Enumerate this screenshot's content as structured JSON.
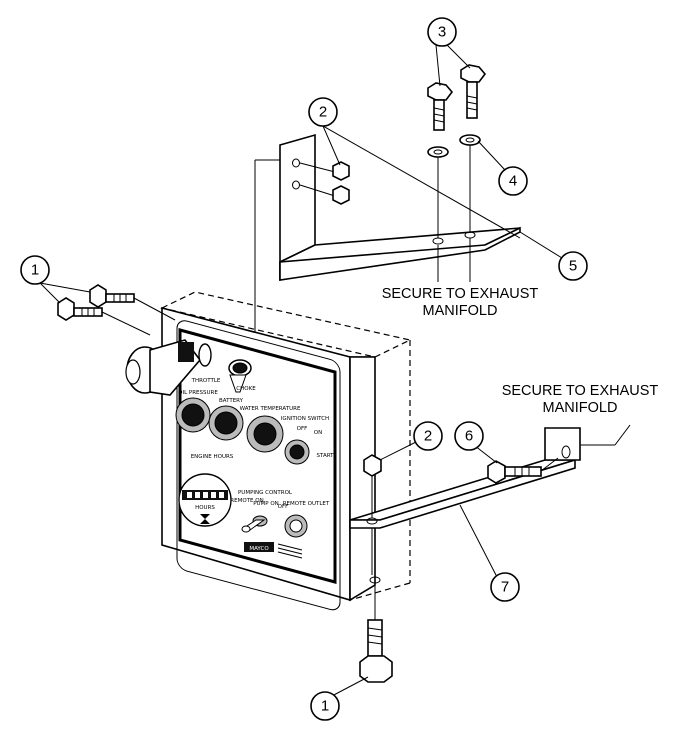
{
  "callouts": {
    "c1a": "1",
    "c1b": "1",
    "c2a": "2",
    "c2b": "2",
    "c3": "3",
    "c4": "4",
    "c5": "5",
    "c6": "6",
    "c7": "7"
  },
  "notes": {
    "upper_line1": "SECURE TO EXHAUST",
    "upper_line2": "MANIFOLD",
    "right_line1": "SECURE TO EXHAUST",
    "right_line2": "MANIFOLD"
  },
  "panel": {
    "throttle": "THROTTLE",
    "oil_pressure": "OIL PRESSURE",
    "choke": "CHOKE",
    "battery": "BATTERY",
    "water_temperature": "WATER TEMPERATURE",
    "ignition_switch": "IGNITION SWITCH",
    "ign_off": "OFF",
    "ign_on": "ON",
    "ign_start": "START",
    "engine_hours": "ENGINE HOURS",
    "hours_unit": "HOURS",
    "pumping_control": "PUMPING CONTROL",
    "remote_on": "REMOTE ON",
    "pump_on": "PUMP ON",
    "pump_off": "OFF",
    "remote_outlet": "REMOTE OUTLET",
    "brand": "MAYCO"
  }
}
